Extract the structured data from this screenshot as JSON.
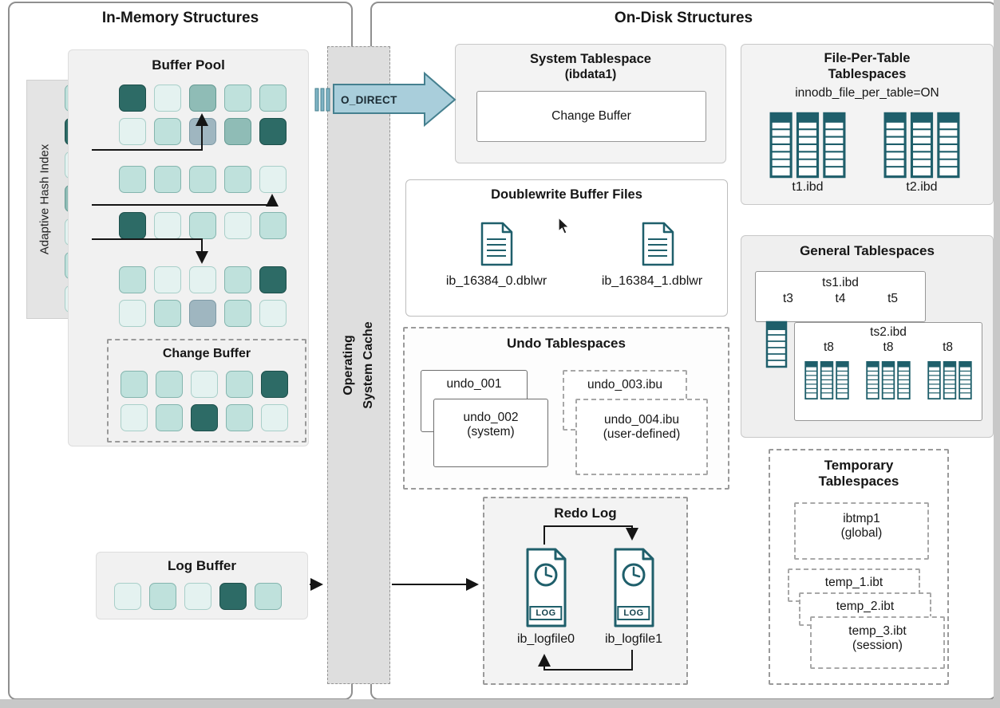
{
  "palette": {
    "teal_dark": "#2d6b66",
    "teal_light": "#bfe1dc",
    "teal_pale": "#e4f2f0",
    "icon_teal": "#1f5f6b",
    "arrow_fill": "#a9cedb"
  },
  "in_memory": {
    "title": "In-Memory Structures",
    "adaptive_hash_index": {
      "label": "Adaptive Hash Index",
      "cells": [
        "light",
        "dark",
        "pale",
        "mid",
        "pale",
        "light",
        "pale"
      ]
    },
    "buffer_pool": {
      "title": "Buffer Pool",
      "rows": [
        [
          "dark",
          "pale",
          "mid",
          "light",
          "light"
        ],
        [
          "pale",
          "light",
          "slate",
          "mid",
          "dark"
        ],
        [
          "light",
          "light",
          "light",
          "light",
          "pale"
        ],
        [
          "dark",
          "pale",
          "light",
          "pale",
          "light"
        ],
        [
          "light",
          "pale",
          "pale",
          "light",
          "dark"
        ],
        [
          "pale",
          "light",
          "slate",
          "light",
          "pale"
        ]
      ],
      "change_buffer": {
        "title": "Change Buffer",
        "rows": [
          [
            "light",
            "light",
            "pale",
            "light",
            "dark"
          ],
          [
            "pale",
            "light",
            "dark",
            "light",
            "pale"
          ]
        ]
      }
    },
    "log_buffer": {
      "title": "Log Buffer",
      "cells": [
        "pale",
        "light",
        "pale",
        "dark",
        "light"
      ]
    }
  },
  "os_cache": {
    "line1": "Operating",
    "line2": "System Cache"
  },
  "on_disk": {
    "title": "On-Disk Structures",
    "o_direct": "O_DIRECT",
    "system_tablespace": {
      "title": "System Tablespace",
      "subtitle": "(ibdata1)",
      "change_buffer": "Change Buffer"
    },
    "file_per_table": {
      "title_line1": "File-Per-Table",
      "title_line2": "Tablespaces",
      "subtitle": "innodb_file_per_table=ON",
      "file1": "t1.ibd",
      "file2": "t2.ibd"
    },
    "doublewrite": {
      "title": "Doublewrite Buffer Files",
      "file1": "ib_16384_0.dblwr",
      "file2": "ib_16384_1.dblwr"
    },
    "general": {
      "title": "General Tablespaces",
      "ts1": {
        "title": "ts1.ibd",
        "t1": "t3",
        "t2": "t4",
        "t3": "t5"
      },
      "ts2": {
        "title": "ts2.ibd",
        "t1": "t8",
        "t2": "t8",
        "t3": "t8"
      }
    },
    "undo": {
      "title": "Undo Tablespaces",
      "b1": "undo_001",
      "b2_label": "undo_002",
      "b2_sub": "(system)",
      "b3": "undo_003.ibu",
      "b4_label": "undo_004.ibu",
      "b4_sub": "(user-defined)"
    },
    "redo": {
      "title": "Redo Log",
      "badge": "LOG",
      "file1": "ib_logfile0",
      "file2": "ib_logfile1"
    },
    "temporary": {
      "title_line1": "Temporary",
      "title_line2": "Tablespaces",
      "b1_label": "ibtmp1",
      "b1_sub": "(global)",
      "b2": "temp_1.ibt",
      "b3": "temp_2.ibt",
      "b4_label": "temp_3.ibt",
      "b4_sub": "(session)"
    }
  }
}
